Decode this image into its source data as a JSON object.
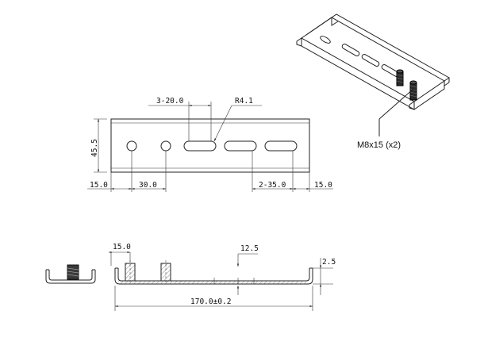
{
  "drawing": {
    "top_view": {
      "height_label": "45.5",
      "slot_width_label": "3-20.0",
      "radius_label": "R4.1",
      "left_margin_label": "15.0",
      "hole_pitch_label": "30.0",
      "slot_pitch_label": "2-35.0",
      "right_margin_label": "15.0"
    },
    "iso_view": {
      "callout_label": "M8x15 (x2)"
    },
    "side_view": {
      "offset_label": "15.0",
      "height_label": "12.5",
      "thickness_label": "2.5",
      "length_label": "170.0±0.2"
    }
  }
}
